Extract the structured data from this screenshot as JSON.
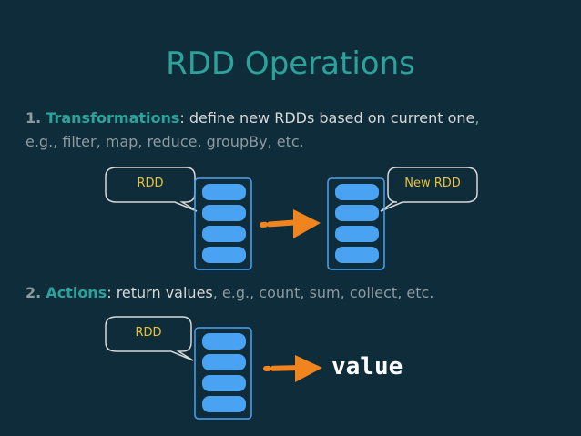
{
  "slide": {
    "title": "RDD Operations",
    "line1": {
      "num": "1.",
      "keyword": "Transformations",
      "text_a": ": define new RDDs based on current one",
      "comma": ",",
      "text_b": "e.g., filter, map, reduce, groupBy, etc."
    },
    "diagram1": {
      "left_bubble": "RDD",
      "right_bubble": "New RDD"
    },
    "line2": {
      "num": "2.",
      "keyword": "Actions",
      "text_a": ": return values",
      "text_b": ", e.g., count, sum, collect, etc."
    },
    "diagram2": {
      "bubble": "RDD",
      "result": "value"
    }
  },
  "colors": {
    "background": "#0f2c3a",
    "accent": "#2ba39a",
    "label": "#e8c233",
    "arrow": "#f0841e",
    "partition": "#4aa3f2"
  }
}
